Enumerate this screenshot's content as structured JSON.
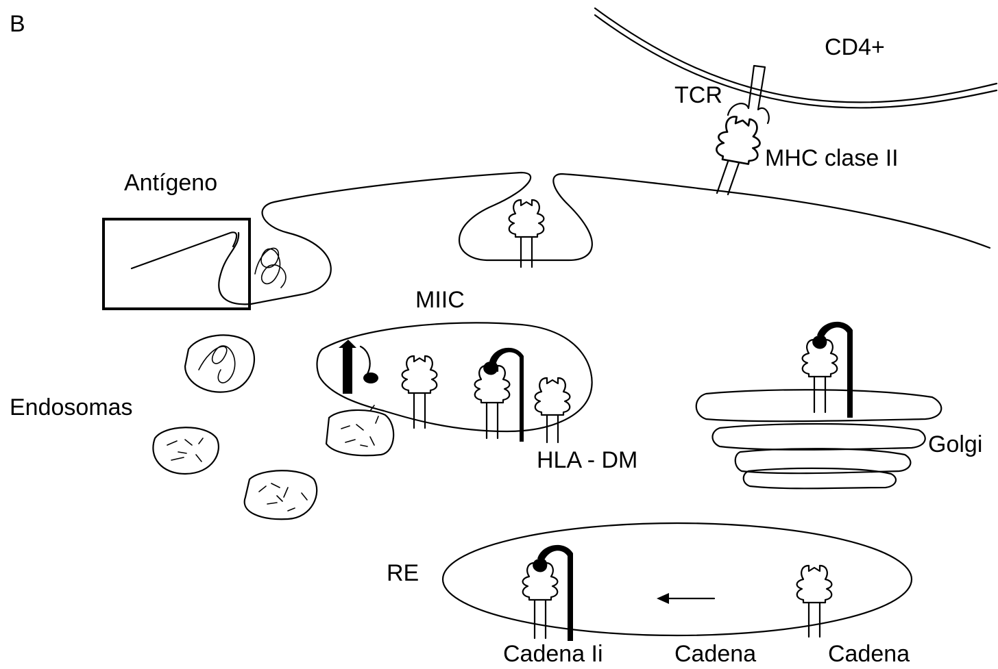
{
  "panel_letter": "B",
  "labels": {
    "cd4": "CD4+",
    "tcr": "TCR",
    "mhc": "MHC clase II",
    "antigen": "Antígeno",
    "miic": "MIIC",
    "endosomes": "Endosomas",
    "hla_dm": "HLA - DM",
    "golgi": "Golgi",
    "re": "RE",
    "chain_ii": "Cadena Ii",
    "chain_alpha": "Cadena",
    "chain_beta": "Cadena"
  },
  "colors": {
    "ink": "#000000",
    "background": "#ffffff"
  }
}
